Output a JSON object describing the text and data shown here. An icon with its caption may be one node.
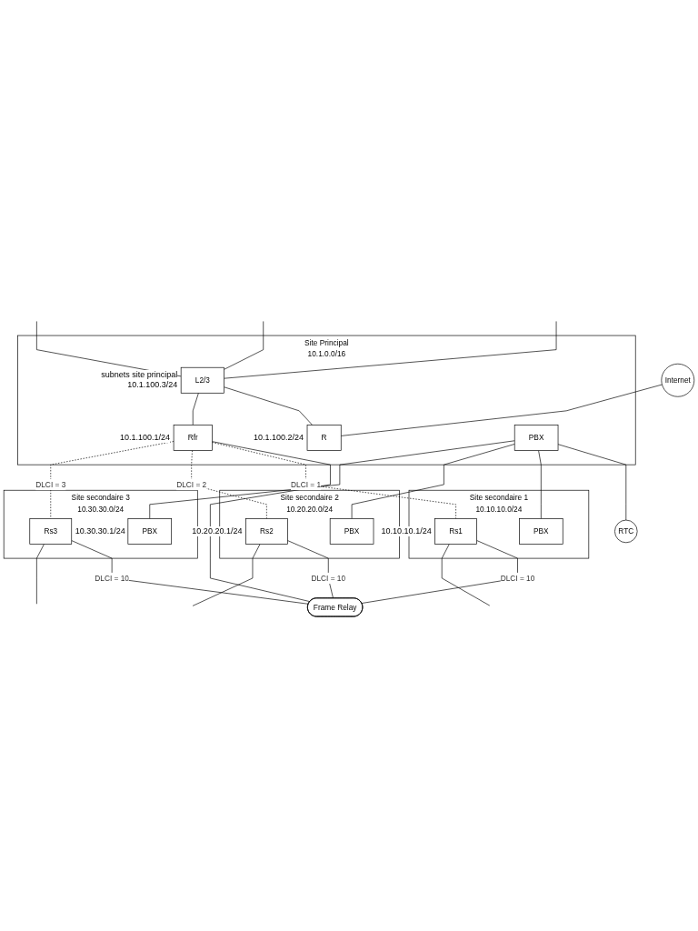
{
  "diagram": {
    "nodes": [
      {
        "text": [
          "Internet"
        ]
      },
      {
        "text": [
          "Site Principal",
          "10.1.0.0/16"
        ]
      },
      {
        "text": [
          "L2/3"
        ],
        "in": 1,
        "beside": [
          "subnets site principal",
          "10.1.100.3/24"
        ]
      },
      {
        "text": [
          "R"
        ],
        "in": 1,
        "beside": [
          "10.1.100.2/24"
        ]
      },
      {
        "text": [
          "Rfr"
        ],
        "in": 1,
        "beside": [
          "10.1.100.1/24"
        ]
      },
      {
        "text": [
          "PBX"
        ],
        "in": 1
      },
      {
        "text": [
          "RTC"
        ]
      },
      {
        "text": [
          "Frame Relay"
        ]
      },
      {
        "text": [
          "Site secondaire 1",
          "10.10.10.0/24"
        ]
      },
      {
        "text": [
          "PBX"
        ],
        "in": 8
      },
      {
        "text": [
          "Rs1"
        ],
        "in": 8,
        "beside": [
          "10.10.10.1/24"
        ]
      },
      {
        "text": [
          "Site secondaire 2",
          "10.20.20.0/24"
        ]
      },
      {
        "text": [
          "PBX"
        ],
        "in": 11
      },
      {
        "text": [
          "Rs2"
        ],
        "in": 11,
        "beside": [
          "10.20.20.1/24"
        ]
      },
      {
        "text": [
          "Site secondaire 3",
          "10.30.30.0/24"
        ]
      },
      {
        "text": [
          "PBX"
        ],
        "in": 14
      },
      {
        "text": [
          "Rs3"
        ],
        "in": 14,
        "beside": [
          "10.30.30.1/24"
        ]
      }
    ],
    "edges": [
      {
        "from": 0,
        "to": 3,
        "arrow": "none"
      },
      {
        "from": 2,
        "to": 3,
        "arrow": "none"
      },
      {
        "from": 2,
        "to": 4,
        "arrow": "none"
      },
      {
        "from": 5,
        "to": 6,
        "arrow": "none"
      },
      {
        "from": 5,
        "to": 9,
        "arrow": "none"
      },
      {
        "from": 5,
        "to": 12,
        "arrow": "none"
      },
      {
        "from": 5,
        "to": 15,
        "arrow": "none"
      },
      {
        "from": 4,
        "to": 7,
        "arrow": "none"
      },
      {
        "from": 4,
        "to": 10,
        "arrow": "none",
        "label": "DLCI = 1",
        "style": "dashed"
      },
      {
        "from": 4,
        "to": 13,
        "arrow": "none",
        "label": "DLCI = 2",
        "style": "dashed"
      },
      {
        "from": 4,
        "to": 16,
        "arrow": "none",
        "label": "DLCI = 3",
        "style": "dashed"
      },
      {
        "from": 10,
        "to": 7,
        "arrow": "none",
        "label": "DLCI = 10"
      },
      {
        "from": 13,
        "to": 7,
        "arrow": "none",
        "label": "DLCI = 10"
      },
      {
        "from": 16,
        "to": 7,
        "arrow": "none",
        "label": "DLCI = 10"
      },
      {
        "from": null,
        "to": 2,
        "arrow": "none"
      },
      {
        "from": null,
        "to": 2,
        "arrow": "none"
      },
      {
        "from": null,
        "to": 2,
        "arrow": "none"
      },
      {
        "from": 10,
        "to": null,
        "arrow": "none"
      },
      {
        "from": 13,
        "to": null,
        "arrow": "none"
      },
      {
        "from": 16,
        "to": null,
        "arrow": "none"
      }
    ]
  }
}
